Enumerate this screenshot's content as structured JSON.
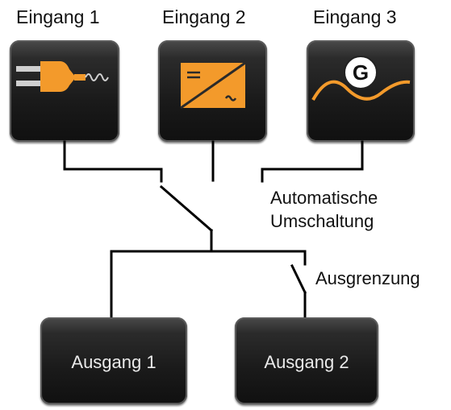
{
  "inputs": [
    {
      "label": "Eingang 1",
      "icon": "plug-icon"
    },
    {
      "label": "Eingang 2",
      "icon": "inverter-icon"
    },
    {
      "label": "Eingang 3",
      "icon": "generator-icon",
      "icon_letter": "G"
    }
  ],
  "outputs": [
    {
      "label": "Ausgang 1"
    },
    {
      "label": "Ausgang 2"
    }
  ],
  "annotations": {
    "switch_line1": "Automatische",
    "switch_line2": "Umschaltung",
    "limit": "Ausgrenzung"
  },
  "colors": {
    "accent": "#f39a2b",
    "tile": "#1c1c1c",
    "line": "#000000"
  }
}
